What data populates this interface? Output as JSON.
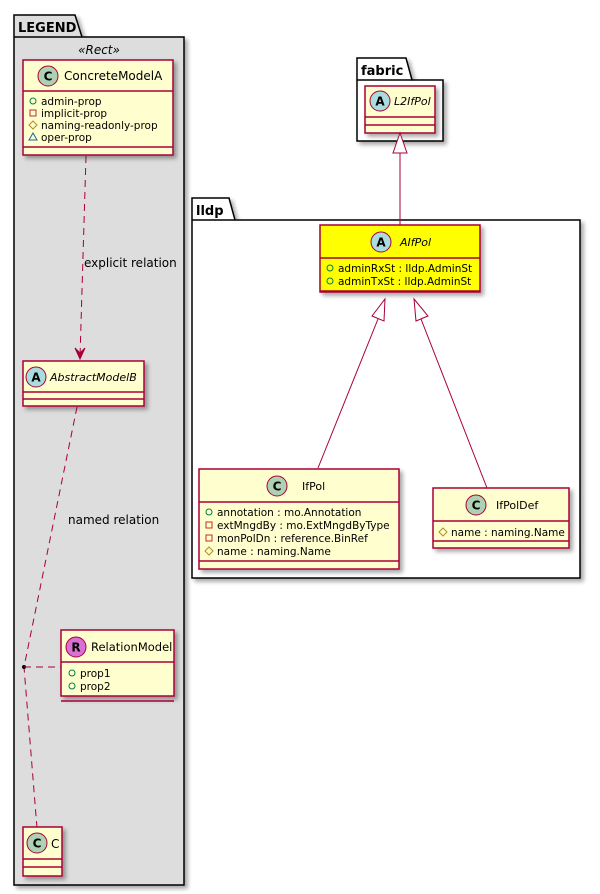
{
  "colors": {
    "class_fill": "#FEFECE",
    "class_border": "#A80036",
    "highlight_fill": "#FFFF00",
    "legend_bg": "#DDDDDD",
    "edge": "#A80036",
    "class_icon": "#ADD1B2",
    "abstract_icon": "#A9DCDF",
    "relation_icon": "#DA70D6",
    "vis_public": "#038048",
    "vis_private": "#C82930",
    "vis_protected": "#B38D22",
    "vis_package": "#1963A0"
  },
  "legend": {
    "package_label": "LEGEND",
    "stereotype": "«Rect»",
    "concrete": {
      "icon": "C",
      "name": "ConcreteModelA",
      "attrs": [
        {
          "vis": "public",
          "text": "admin-prop"
        },
        {
          "vis": "private",
          "text": "implicit-prop"
        },
        {
          "vis": "protected",
          "text": "naming-readonly-prop"
        },
        {
          "vis": "package",
          "text": "oper-prop"
        }
      ]
    },
    "explicit_label": "explicit relation",
    "abstract": {
      "icon": "A",
      "name": "AbstractModelB"
    },
    "named_label": "named relation",
    "relation": {
      "icon": "R",
      "name": "RelationModel",
      "attrs": [
        {
          "vis": "public",
          "text": "prop1"
        },
        {
          "vis": "public",
          "text": "prop2"
        }
      ]
    },
    "target": {
      "icon": "C",
      "name": "C"
    }
  },
  "fabric": {
    "package_label": "fabric",
    "cls": {
      "icon": "A",
      "name": "L2IfPol"
    }
  },
  "lldp": {
    "package_label": "lldp",
    "aifpol": {
      "icon": "A",
      "name": "AIfPol",
      "attrs": [
        {
          "vis": "public",
          "text": "adminRxSt : lldp.AdminSt"
        },
        {
          "vis": "public",
          "text": "adminTxSt : lldp.AdminSt"
        }
      ]
    },
    "ifpol": {
      "icon": "C",
      "name": "IfPol",
      "attrs": [
        {
          "vis": "public",
          "text": "annotation : mo.Annotation"
        },
        {
          "vis": "private",
          "text": "extMngdBy : mo.ExtMngdByType"
        },
        {
          "vis": "private",
          "text": "monPolDn : reference.BinRef"
        },
        {
          "vis": "protected",
          "text": "name : naming.Name"
        }
      ]
    },
    "ifpoldef": {
      "icon": "C",
      "name": "IfPolDef",
      "attrs": [
        {
          "vis": "protected",
          "text": "name : naming.Name"
        }
      ]
    }
  }
}
